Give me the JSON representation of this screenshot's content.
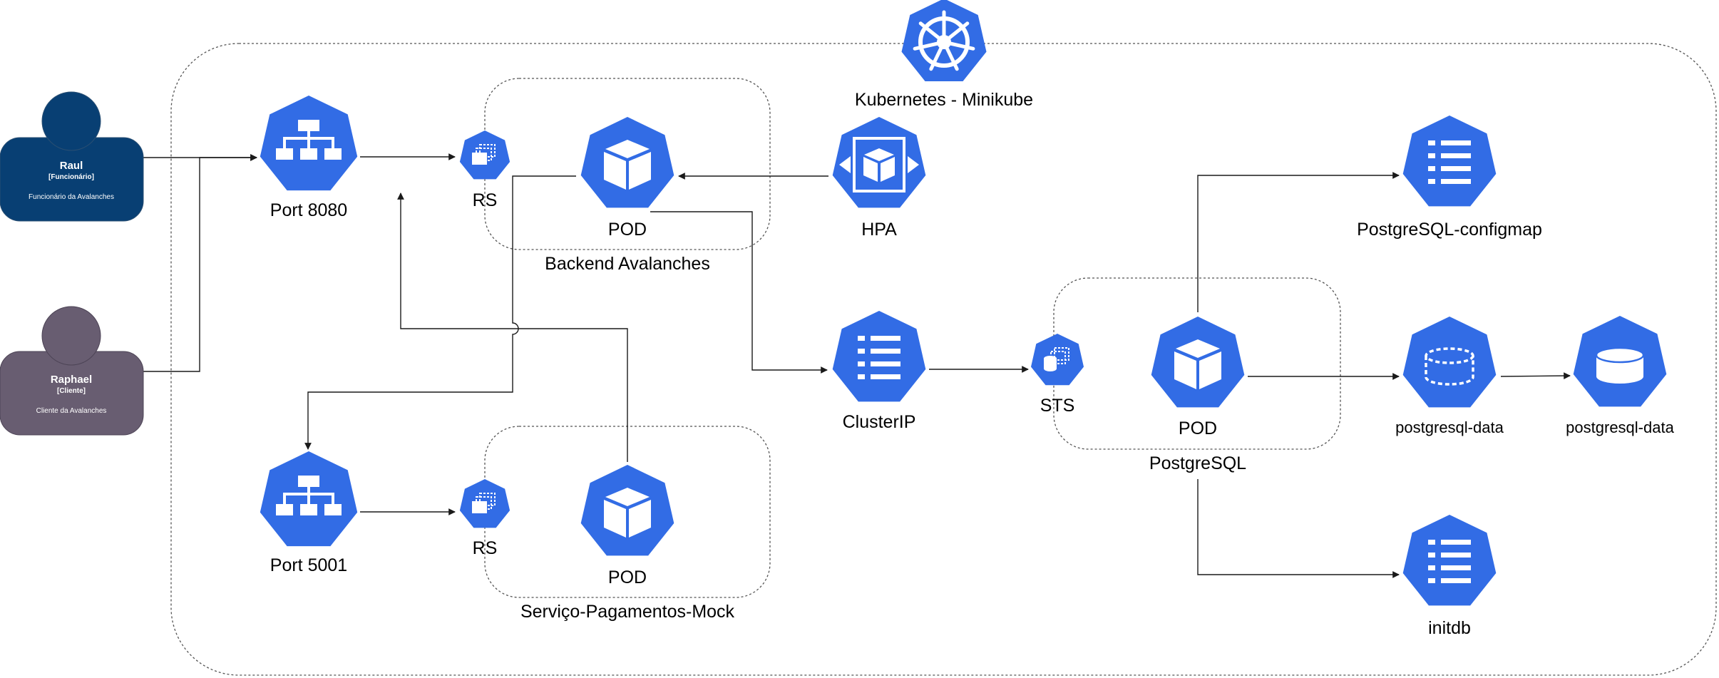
{
  "cluster": {
    "title": "Kubernetes - Minikube"
  },
  "actors": {
    "raul": {
      "name": "Raul",
      "role": "[Funcionário]",
      "description": "Funcionário da Avalanches",
      "color": "#083f73"
    },
    "raphael": {
      "name": "Raphael",
      "role": "[Cliente]",
      "description": "Cliente da Avalanches",
      "color": "#685d71"
    }
  },
  "groups": {
    "backend": "Backend Avalanches",
    "payments": "Serviço-Pagamentos-Mock",
    "postgres": "PostgreSQL"
  },
  "nodes": {
    "port8080": "Port 8080",
    "rs_backend": "RS",
    "pod_backend": "POD",
    "hpa": "HPA",
    "port5001": "Port 5001",
    "rs_payments": "RS",
    "pod_payments": "POD",
    "clusterip": "ClusterIP",
    "sts": "STS",
    "pod_postgres": "POD",
    "configmap": "PostgreSQL-configmap",
    "pvc": "postgresql-data",
    "pv": "postgresql-data",
    "initdb": "initdb"
  },
  "colors": {
    "k8s_blue": "#326ce5",
    "line": "#1a1a1a",
    "dashed_border": "#555555"
  }
}
